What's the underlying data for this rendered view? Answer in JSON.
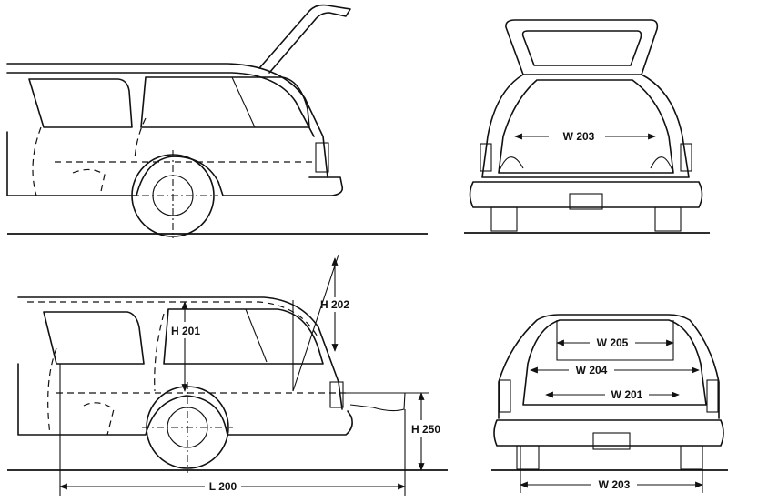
{
  "views": {
    "side_top": {
      "name": "side view with liftgate open"
    },
    "rear_top": {
      "name": "rear view with liftgate open"
    },
    "side_bottom": {
      "name": "side cargo dimensions view"
    },
    "rear_bottom": {
      "name": "rear cargo dimensions view"
    }
  },
  "labels": {
    "w203_top": "W 203",
    "h201_side": "H 201",
    "h202": "H 202",
    "h250": "H 250",
    "l200": "L 200",
    "w205": "W 205",
    "w204": "W 204",
    "w201": "W 201",
    "w203_bottom": "W 203"
  }
}
